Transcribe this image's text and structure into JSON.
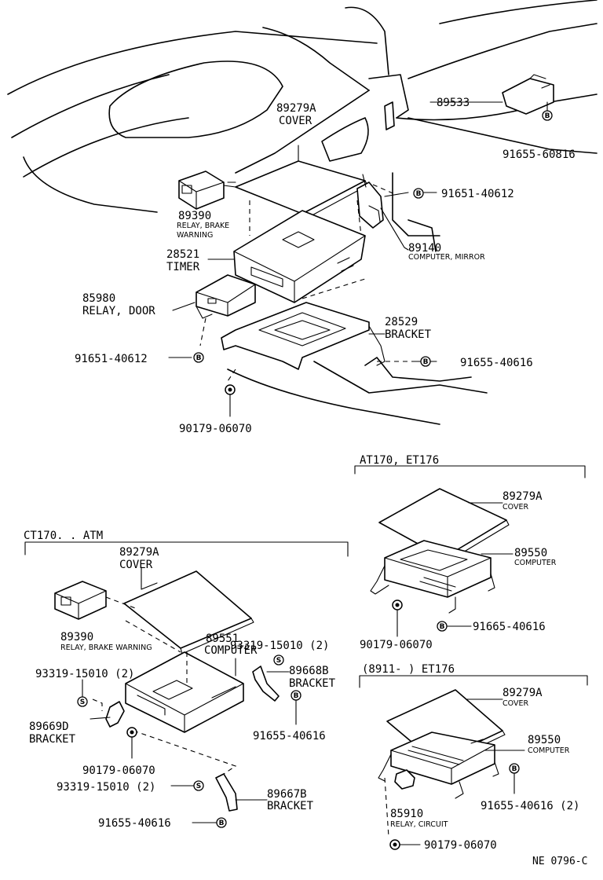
{
  "sections": {
    "at170": "AT170, ET176",
    "ct170": "CT170. . ATM",
    "range": "(8911-          ) ET176"
  },
  "bolt_letters": {
    "b": "B",
    "s": "S"
  },
  "top": {
    "p89279a": "89279A",
    "cover": "COVER",
    "p89533": "89533",
    "p91655_60816": "91655-60816",
    "p91651_40612a": "91651-40612",
    "p89390": "89390",
    "relay_brake_1": "RELAY, BRAKE",
    "relay_brake_2": "WARNING",
    "p28521": "28521",
    "timer": "TIMER",
    "p89140": "89140",
    "computer_mirror": "COMPUTER, MIRROR",
    "p85980": "85980",
    "relay_door": "RELAY, DOOR",
    "p28529": "28529",
    "bracket": "BRACKET",
    "p91651_40612b": "91651-40612",
    "p91655_40616": "91655-40616",
    "p90179_06070": "90179-06070"
  },
  "at": {
    "p89279a": "89279A",
    "cover": "COVER",
    "p89550": "89550",
    "computer": "COMPUTER",
    "p90179_06070": "90179-06070",
    "p91665_40616": "91665-40616"
  },
  "ct": {
    "p89279a": "89279A",
    "cover": "COVER",
    "p89390": "89390",
    "relay_brake": "RELAY, BRAKE WARNING",
    "p93319_a": "93319-15010 (2)",
    "p89551": "89551",
    "computer": "COMPUTER",
    "p89668b": "89668B",
    "bracket_a": "BRACKET",
    "p93319_b": "93319-15010 (2)",
    "p89669d": "89669D",
    "bracket_b": "BRACKET",
    "p91655_40616a": "91655-40616",
    "p90179_06070": "90179-06070",
    "p93319_c": "93319-15010 (2)",
    "p89667b": "89667B",
    "bracket_c": "BRACKET",
    "p91655_40616b": "91655-40616"
  },
  "et": {
    "p89279a": "89279A",
    "cover": "COVER",
    "p89550": "89550",
    "computer": "COMPUTER",
    "p85910": "85910",
    "relay_circuit": "RELAY, CIRCUIT",
    "p91655_40616": "91655-40616 (2)",
    "p90179_06070": "90179-06070"
  },
  "footer": {
    "code": "NE 0796-C"
  }
}
